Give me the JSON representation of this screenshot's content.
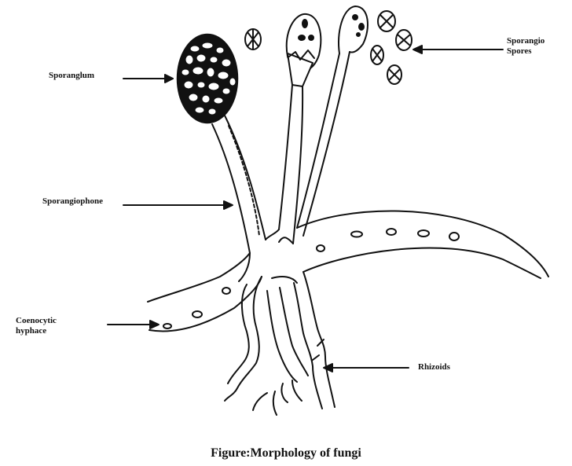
{
  "labels": {
    "sporangium": "Sporanglum",
    "sporangio_spores_line1": "Sporangio",
    "sporangio_spores_line2": "Spores",
    "sporangiophore": "Sporangiophone",
    "coenocytic_line1": "Coenocytic",
    "coenocytic_line2": "hyphace",
    "rhizoids": "Rhizoids"
  },
  "caption": "Figure:Morphology of fungi",
  "colors": {
    "ink": "#111111",
    "background": "#ffffff"
  }
}
